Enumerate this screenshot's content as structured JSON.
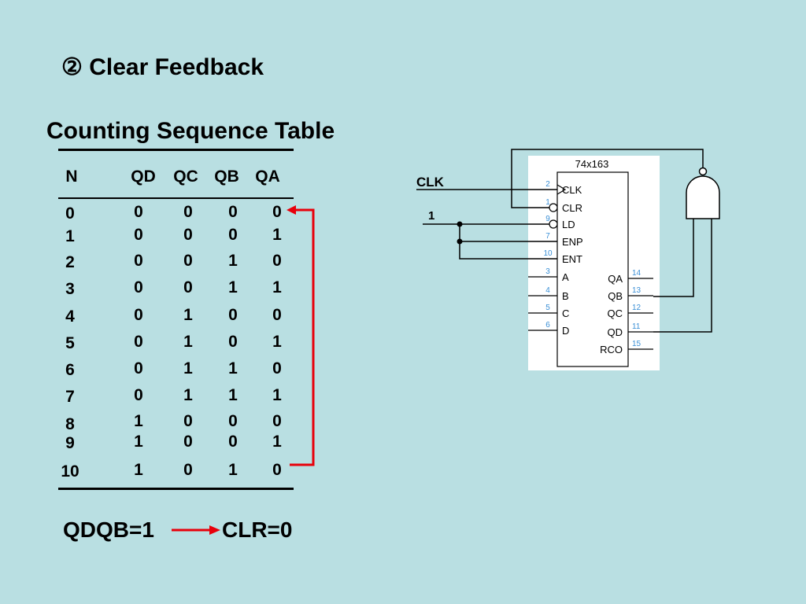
{
  "heading": "② Clear  Feedback",
  "table": {
    "title": "Counting Sequence Table",
    "headers": [
      "N",
      "QD",
      "QC",
      "QB",
      "QA"
    ],
    "rows": [
      [
        "0",
        "0",
        "0",
        "0",
        "0"
      ],
      [
        "1",
        "0",
        "0",
        "0",
        "1"
      ],
      [
        "2",
        "0",
        "0",
        "1",
        "0"
      ],
      [
        "3",
        "0",
        "0",
        "1",
        "1"
      ],
      [
        "4",
        "0",
        "1",
        "0",
        "0"
      ],
      [
        "5",
        "0",
        "1",
        "0",
        "1"
      ],
      [
        "6",
        "0",
        "1",
        "1",
        "0"
      ],
      [
        "7",
        "0",
        "1",
        "1",
        "1"
      ],
      [
        "8",
        "1",
        "0",
        "0",
        "0"
      ],
      [
        "9",
        "1",
        "0",
        "0",
        "1"
      ],
      [
        "10",
        "1",
        "0",
        "1",
        "0"
      ]
    ]
  },
  "formula": {
    "left": "QDQB=1",
    "right": "CLR=0"
  },
  "circuit": {
    "chip_name": "74x163",
    "clk_label": "CLK",
    "one_label": "1",
    "left_pins": [
      {
        "num": "2",
        "name": "CLK"
      },
      {
        "num": "1",
        "name": "CLR"
      },
      {
        "num": "9",
        "name": "LD"
      },
      {
        "num": "7",
        "name": "ENP"
      },
      {
        "num": "10",
        "name": "ENT"
      },
      {
        "num": "3",
        "name": "A"
      },
      {
        "num": "4",
        "name": "B"
      },
      {
        "num": "5",
        "name": "C"
      },
      {
        "num": "6",
        "name": "D"
      }
    ],
    "right_pins": [
      {
        "num": "14",
        "name": "QA"
      },
      {
        "num": "13",
        "name": "QB"
      },
      {
        "num": "12",
        "name": "QC"
      },
      {
        "num": "11",
        "name": "QD"
      },
      {
        "num": "15",
        "name": "RCO"
      }
    ]
  },
  "colors": {
    "background": "#b9dfe2",
    "arrow": "#e8000b",
    "pin_number": "#3a8fd6"
  }
}
